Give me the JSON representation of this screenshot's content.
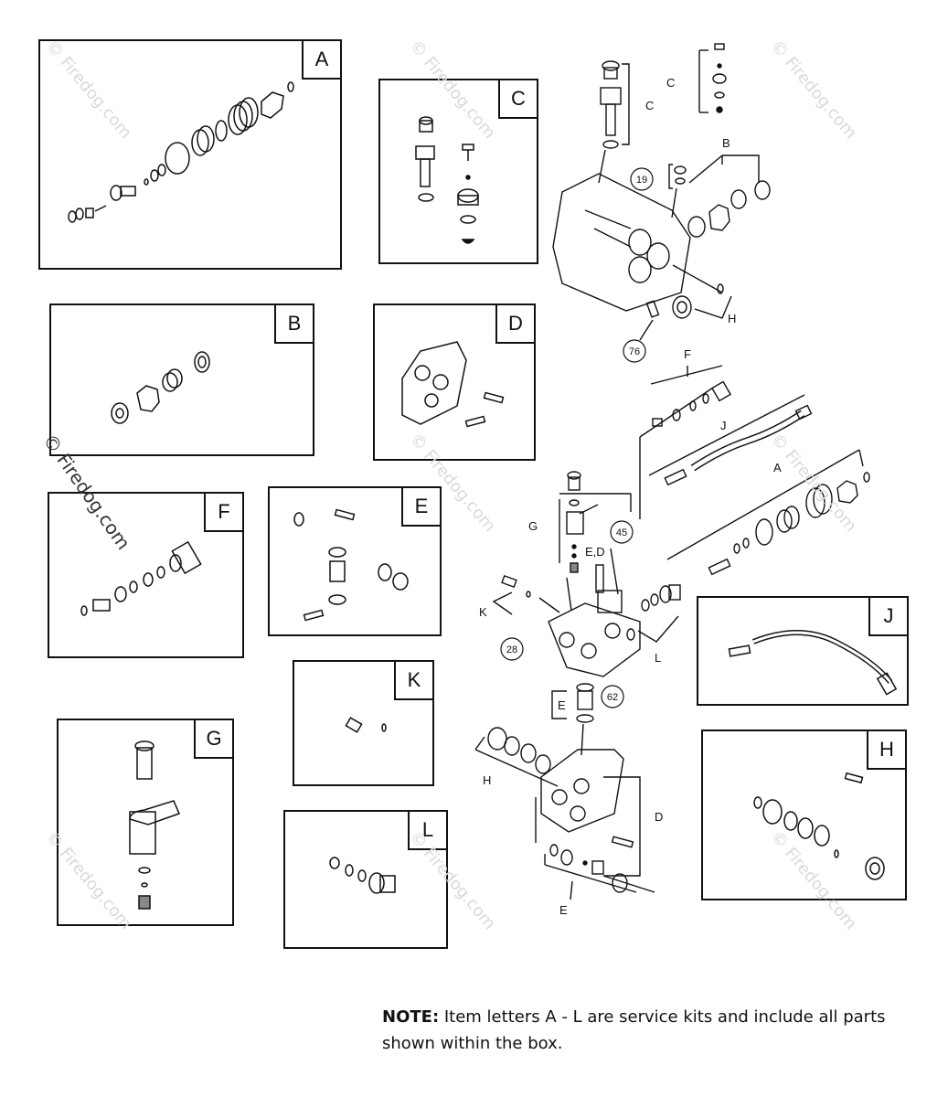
{
  "kits": [
    {
      "id": "A",
      "label": "A"
    },
    {
      "id": "B",
      "label": "B"
    },
    {
      "id": "C",
      "label": "C"
    },
    {
      "id": "D",
      "label": "D"
    },
    {
      "id": "E",
      "label": "E"
    },
    {
      "id": "F",
      "label": "F"
    },
    {
      "id": "G",
      "label": "G"
    },
    {
      "id": "H",
      "label": "H"
    },
    {
      "id": "J",
      "label": "J"
    },
    {
      "id": "K",
      "label": "K"
    },
    {
      "id": "L",
      "label": "L"
    }
  ],
  "assembly_callouts": {
    "A": "A",
    "B": "B",
    "C1": "C",
    "C2": "C",
    "D": "D",
    "E1": "E",
    "E2": "E",
    "ED": "E,D",
    "F": "F",
    "G": "G",
    "H1": "H",
    "H2": "H",
    "J": "J",
    "K": "K",
    "L": "L"
  },
  "part_numbers": {
    "p19": "19",
    "p76": "76",
    "p45": "45",
    "p28": "28",
    "p62": "62"
  },
  "note": {
    "prefix": "NOTE:",
    "text": " Item letters A - L are service kits and include all parts shown within the box."
  },
  "watermark": "© Firedog.com"
}
